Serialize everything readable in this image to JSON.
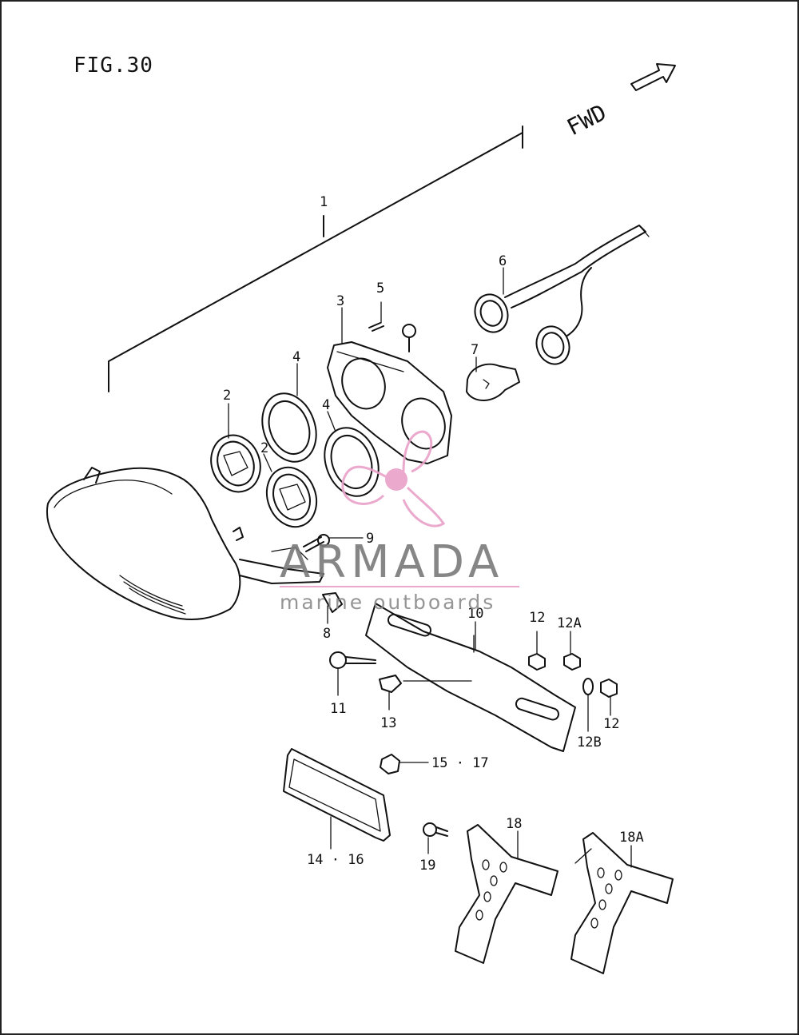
{
  "figure": {
    "title": "FIG.30",
    "direction_label": "FWD"
  },
  "callouts": [
    "1",
    "2",
    "2",
    "3",
    "4",
    "4",
    "5",
    "6",
    "7",
    "8",
    "9",
    "10",
    "11",
    "12",
    "12A",
    "12",
    "12B",
    "13",
    "14 · 16",
    "15 · 17",
    "18",
    "18A",
    "19"
  ],
  "watermark": {
    "brand": "ARMADA",
    "tagline": "marine outboards",
    "accent_color": "#e8a0c8",
    "text_color": "#7a7a7a"
  }
}
